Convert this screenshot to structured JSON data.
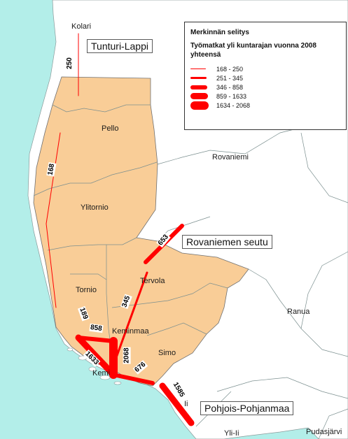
{
  "legend": {
    "title": "Merkinnän selitys",
    "subtitle": "Työmatkat yli kuntarajan vuonna 2008 yhteensä",
    "classes": [
      {
        "range": "168 - 250",
        "thickness": 1
      },
      {
        "range": "251 - 345",
        "thickness": 3
      },
      {
        "range": "346 - 858",
        "thickness": 6
      },
      {
        "range": "859 - 1633",
        "thickness": 9
      },
      {
        "range": "1634 - 2068",
        "thickness": 12
      }
    ]
  },
  "regions": {
    "tunturi": "Tunturi-Lappi",
    "rovaniemi_seutu": "Rovaniemen seutu",
    "pohjois": "Pohjois-Pohjanmaa"
  },
  "towns": {
    "kolari": "Kolari",
    "pello": "Pello",
    "rovaniemi": "Rovaniemi",
    "ylitornio": "Ylitornio",
    "tervola": "Tervola",
    "tornio": "Tornio",
    "keminmaa": "Keminmaa",
    "simo": "Simo",
    "kemi": "Kemi",
    "ranua": "Ranua",
    "ii": "Ii",
    "yli_ii": "Yli-Ii",
    "pudasjarvi": "Pudasjärvi"
  },
  "flows": {
    "kolari": "250",
    "ylitornio": "168",
    "rovaniemi": "653",
    "tervola": "345",
    "tornio": "189",
    "tornio_keminmaa": "858",
    "tornio_kemi": "1633",
    "kemi_keminmaa": "2068",
    "simo": "676",
    "ii": "1585"
  },
  "colors": {
    "sea": "#b3eee9",
    "land_subregion": "#f9cd97",
    "border": "#6f8a8a",
    "flow": "#ff0000"
  }
}
